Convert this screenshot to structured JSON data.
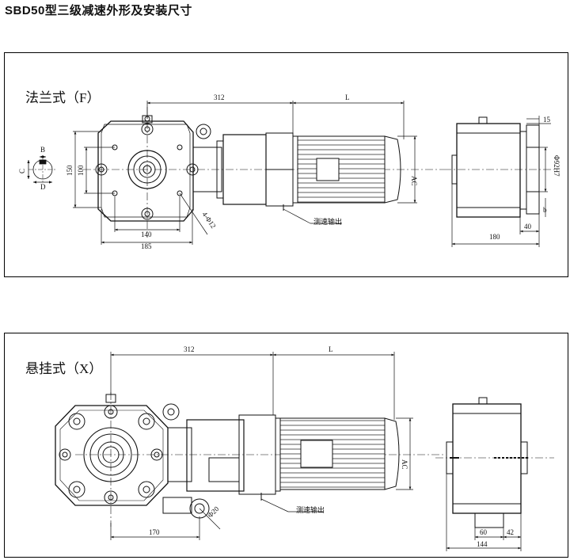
{
  "title": "SBD50型三级减速外形及安装尺寸",
  "flange": {
    "title": "法兰式（F）",
    "dims": {
      "d312": "312",
      "dL": "L",
      "d150": "150",
      "d100": "100",
      "d140": "140",
      "d185": "185",
      "hole": "4-Φ12",
      "B": "B",
      "C": "C",
      "D": "D",
      "AC": "AC",
      "d15": "15",
      "d180": "180",
      "d40": "40",
      "b": "b",
      "phi": "Φ92H7"
    },
    "note": "测速输出"
  },
  "hanging": {
    "title": "悬挂式（X）",
    "dims": {
      "d312": "312",
      "dL": "L",
      "d170": "170",
      "phi20": "Φ20",
      "AC": "AC",
      "d60": "60",
      "d42": "42",
      "d144": "144"
    },
    "note": "测速输出"
  }
}
